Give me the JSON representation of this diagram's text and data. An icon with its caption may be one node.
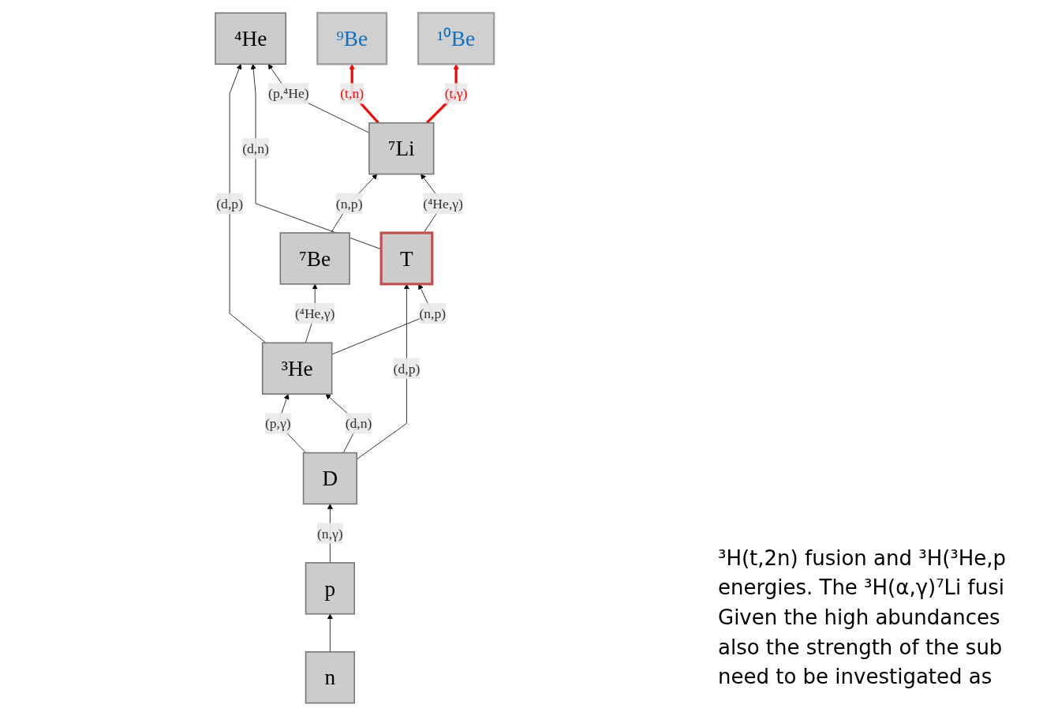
{
  "diagram": {
    "nodes": [
      {
        "text": [
          "⁷Be"
        ]
      },
      {
        "text": [
          "⁹Be"
        ]
      },
      {
        "text": [
          "¹⁰Be"
        ]
      },
      {
        "text": [
          "⁷Li"
        ]
      },
      {
        "text": [
          "³He"
        ]
      },
      {
        "text": [
          "⁴He"
        ]
      },
      {
        "text": [
          "p"
        ]
      },
      {
        "text": [
          "D"
        ]
      },
      {
        "text": [
          "T"
        ]
      },
      {
        "text": [
          "n"
        ]
      }
    ],
    "edges": [
      {
        "from": 9,
        "to": 6,
        "arrow": "to"
      },
      {
        "from": 6,
        "to": 7,
        "arrow": "to",
        "label": "(n,γ)"
      },
      {
        "from": 7,
        "to": 4,
        "arrow": "to",
        "label": "(p,γ)"
      },
      {
        "from": 7,
        "to": 4,
        "arrow": "to",
        "label": "(d,n)"
      },
      {
        "from": 7,
        "to": 8,
        "arrow": "to",
        "label": "(d,p)"
      },
      {
        "from": 4,
        "to": 5,
        "arrow": "to",
        "label": "(d,p)"
      },
      {
        "from": 4,
        "to": 8,
        "arrow": "to",
        "label": "(n,p)"
      },
      {
        "from": 8,
        "to": 5,
        "arrow": "to",
        "label": "(d,n)"
      },
      {
        "from": 4,
        "to": 0,
        "arrow": "to",
        "label": "(⁴He,γ)"
      },
      {
        "from": 0,
        "to": 3,
        "arrow": "to",
        "label": "(n,p)"
      },
      {
        "from": 3,
        "to": 5,
        "arrow": "to",
        "label": "(p,⁴He)"
      },
      {
        "from": 8,
        "to": 3,
        "arrow": "to",
        "label": "(⁴He,γ)"
      },
      {
        "from": 3,
        "to": 1,
        "arrow": "to",
        "label": "(t,n)",
        "style": "thick",
        "color": "#ff0000"
      },
      {
        "from": 3,
        "to": 2,
        "arrow": "to",
        "label": "(t,γ)",
        "style": "thick",
        "color": "#ff0000"
      }
    ],
    "labels": [
      "³H(t,2n) fusion and ³H(³He,p",
      "energies. The ³H(α,γ)⁷Li fusi",
      "Given the high abundances",
      "also the strength of the sub",
      "need to be investigated as"
    ]
  }
}
